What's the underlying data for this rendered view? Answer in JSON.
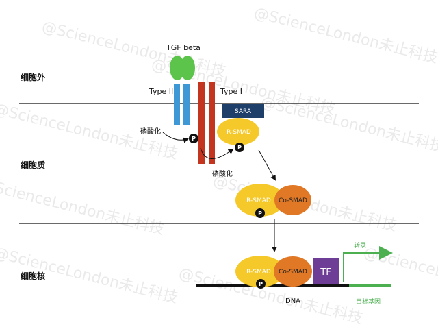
{
  "watermark": "@ScienceLondon未止科技",
  "regions": {
    "extracellular": "细胞外",
    "cytoplasm": "细胞质",
    "nucleus": "细胞核"
  },
  "ligand": {
    "label": "TGF beta"
  },
  "receptors": {
    "type2": "Type II",
    "type1": "Type I"
  },
  "sara": "SARA",
  "smad": {
    "rsmad": "R-SMAD",
    "cosmad": "Co-SMAD"
  },
  "phospho": {
    "p": "P",
    "label": "磷酸化"
  },
  "nuclear": {
    "tf": "TF",
    "dna": "DNA",
    "transcription": "转录",
    "target_gene": "目标基因"
  },
  "colors": {
    "ligand": "#5cc44a",
    "type2": "#3e98d6",
    "type1": "#c4351f",
    "sara": "#1f3f6b",
    "rsmad": "#f5c92a",
    "cosmad": "#e07826",
    "tf": "#6e3d96",
    "p_bubble": "#111111",
    "gene": "#4caf50"
  }
}
